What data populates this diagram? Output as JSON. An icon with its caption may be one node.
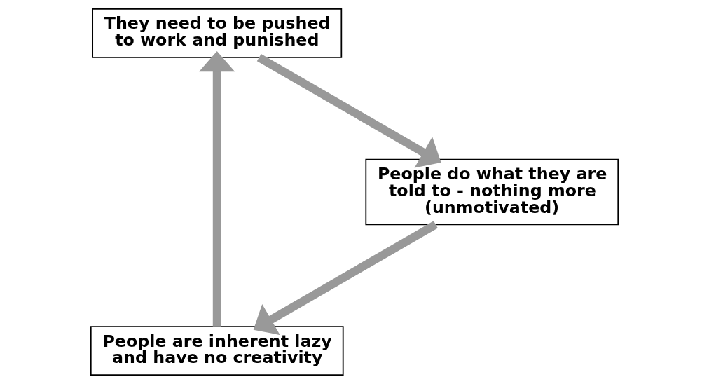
{
  "diagram": {
    "nodes": [
      {
        "text": [
          "People are inherent lazy and have no creativity"
        ]
      },
      {
        "text": [
          "They need to be pushed to work and punished"
        ]
      },
      {
        "text": [
          "People do what they are told to - nothing more (unmotivated)"
        ]
      }
    ],
    "edges": [
      {
        "from": 0,
        "to": 1,
        "arrow": "to"
      },
      {
        "from": 1,
        "to": 2,
        "arrow": "to"
      },
      {
        "from": 2,
        "to": 0,
        "arrow": "to"
      }
    ]
  }
}
